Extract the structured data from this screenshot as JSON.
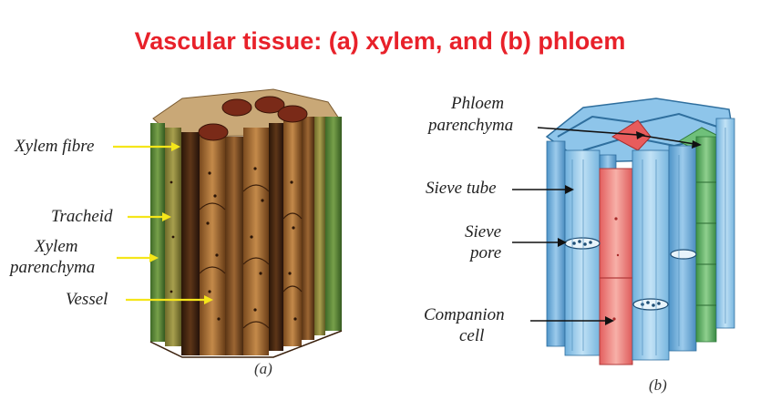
{
  "title": "Vascular tissue: (a) xylem, and (b) phloem",
  "xylem": {
    "labels": {
      "xylem_fibre": "Xylem fibre",
      "tracheid": "Tracheid",
      "xylem_parenchyma_1": "Xylem",
      "xylem_parenchyma_2": "parenchyma",
      "vessel": "Vessel"
    },
    "caption": "(a)",
    "arrow_color": "#f5e61a"
  },
  "phloem": {
    "labels": {
      "phloem_parenchyma_1": "Phloem",
      "phloem_parenchyma_2": "parenchyma",
      "sieve_tube": "Sieve tube",
      "sieve_pore_1": "Sieve",
      "sieve_pore_2": "pore",
      "companion_cell_1": "Companion",
      "companion_cell_2": "cell"
    },
    "caption": "(b)",
    "arrow_color": "#111111"
  },
  "colors": {
    "title": "#e8212a",
    "xylem_brown": "#8a5a2b",
    "phloem_blue": "#a9d3ee",
    "companion_red": "#f08a8a",
    "parenchyma_green": "#5aa95c"
  }
}
